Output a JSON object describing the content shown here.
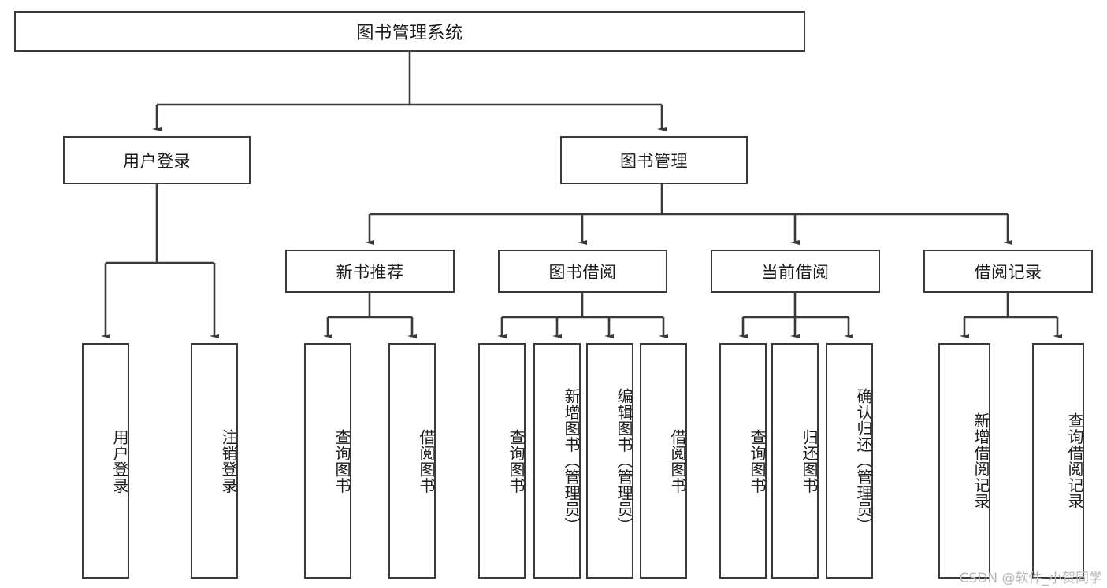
{
  "diagram": {
    "title": "图书管理系统",
    "type": "tree",
    "watermark": "CSDN @软件_小贺同学",
    "colors": {
      "box_border": "#3a3a3a",
      "box_fill": "#ffffff",
      "edge": "#3a3a3a",
      "text": "#1b1b1b",
      "watermark": "#b9b9b9",
      "background": "#ffffff"
    },
    "root": {
      "label": "图书管理系统"
    },
    "level2": [
      {
        "label": "用户登录"
      },
      {
        "label": "图书管理"
      }
    ],
    "level3": [
      {
        "label": "新书推荐"
      },
      {
        "label": "图书借阅"
      },
      {
        "label": "当前借阅"
      },
      {
        "label": "借阅记录"
      }
    ],
    "leaves": {
      "user_login": [
        {
          "label": "用户登录"
        },
        {
          "label": "注销登录"
        }
      ],
      "new_book_recommend": [
        {
          "label": "查询图书"
        },
        {
          "label": "借阅图书"
        }
      ],
      "book_borrow": [
        {
          "label": "查询图书"
        },
        {
          "label": "新增图书（管理员）"
        },
        {
          "label": "编辑图书（管理员）"
        },
        {
          "label": "借阅图书"
        }
      ],
      "current_borrow": [
        {
          "label": "查询图书"
        },
        {
          "label": "归还图书"
        },
        {
          "label": "确认归还（管理员）"
        }
      ],
      "borrow_record": [
        {
          "label": "新增借阅记录"
        },
        {
          "label": "查询借阅记录"
        }
      ]
    }
  }
}
